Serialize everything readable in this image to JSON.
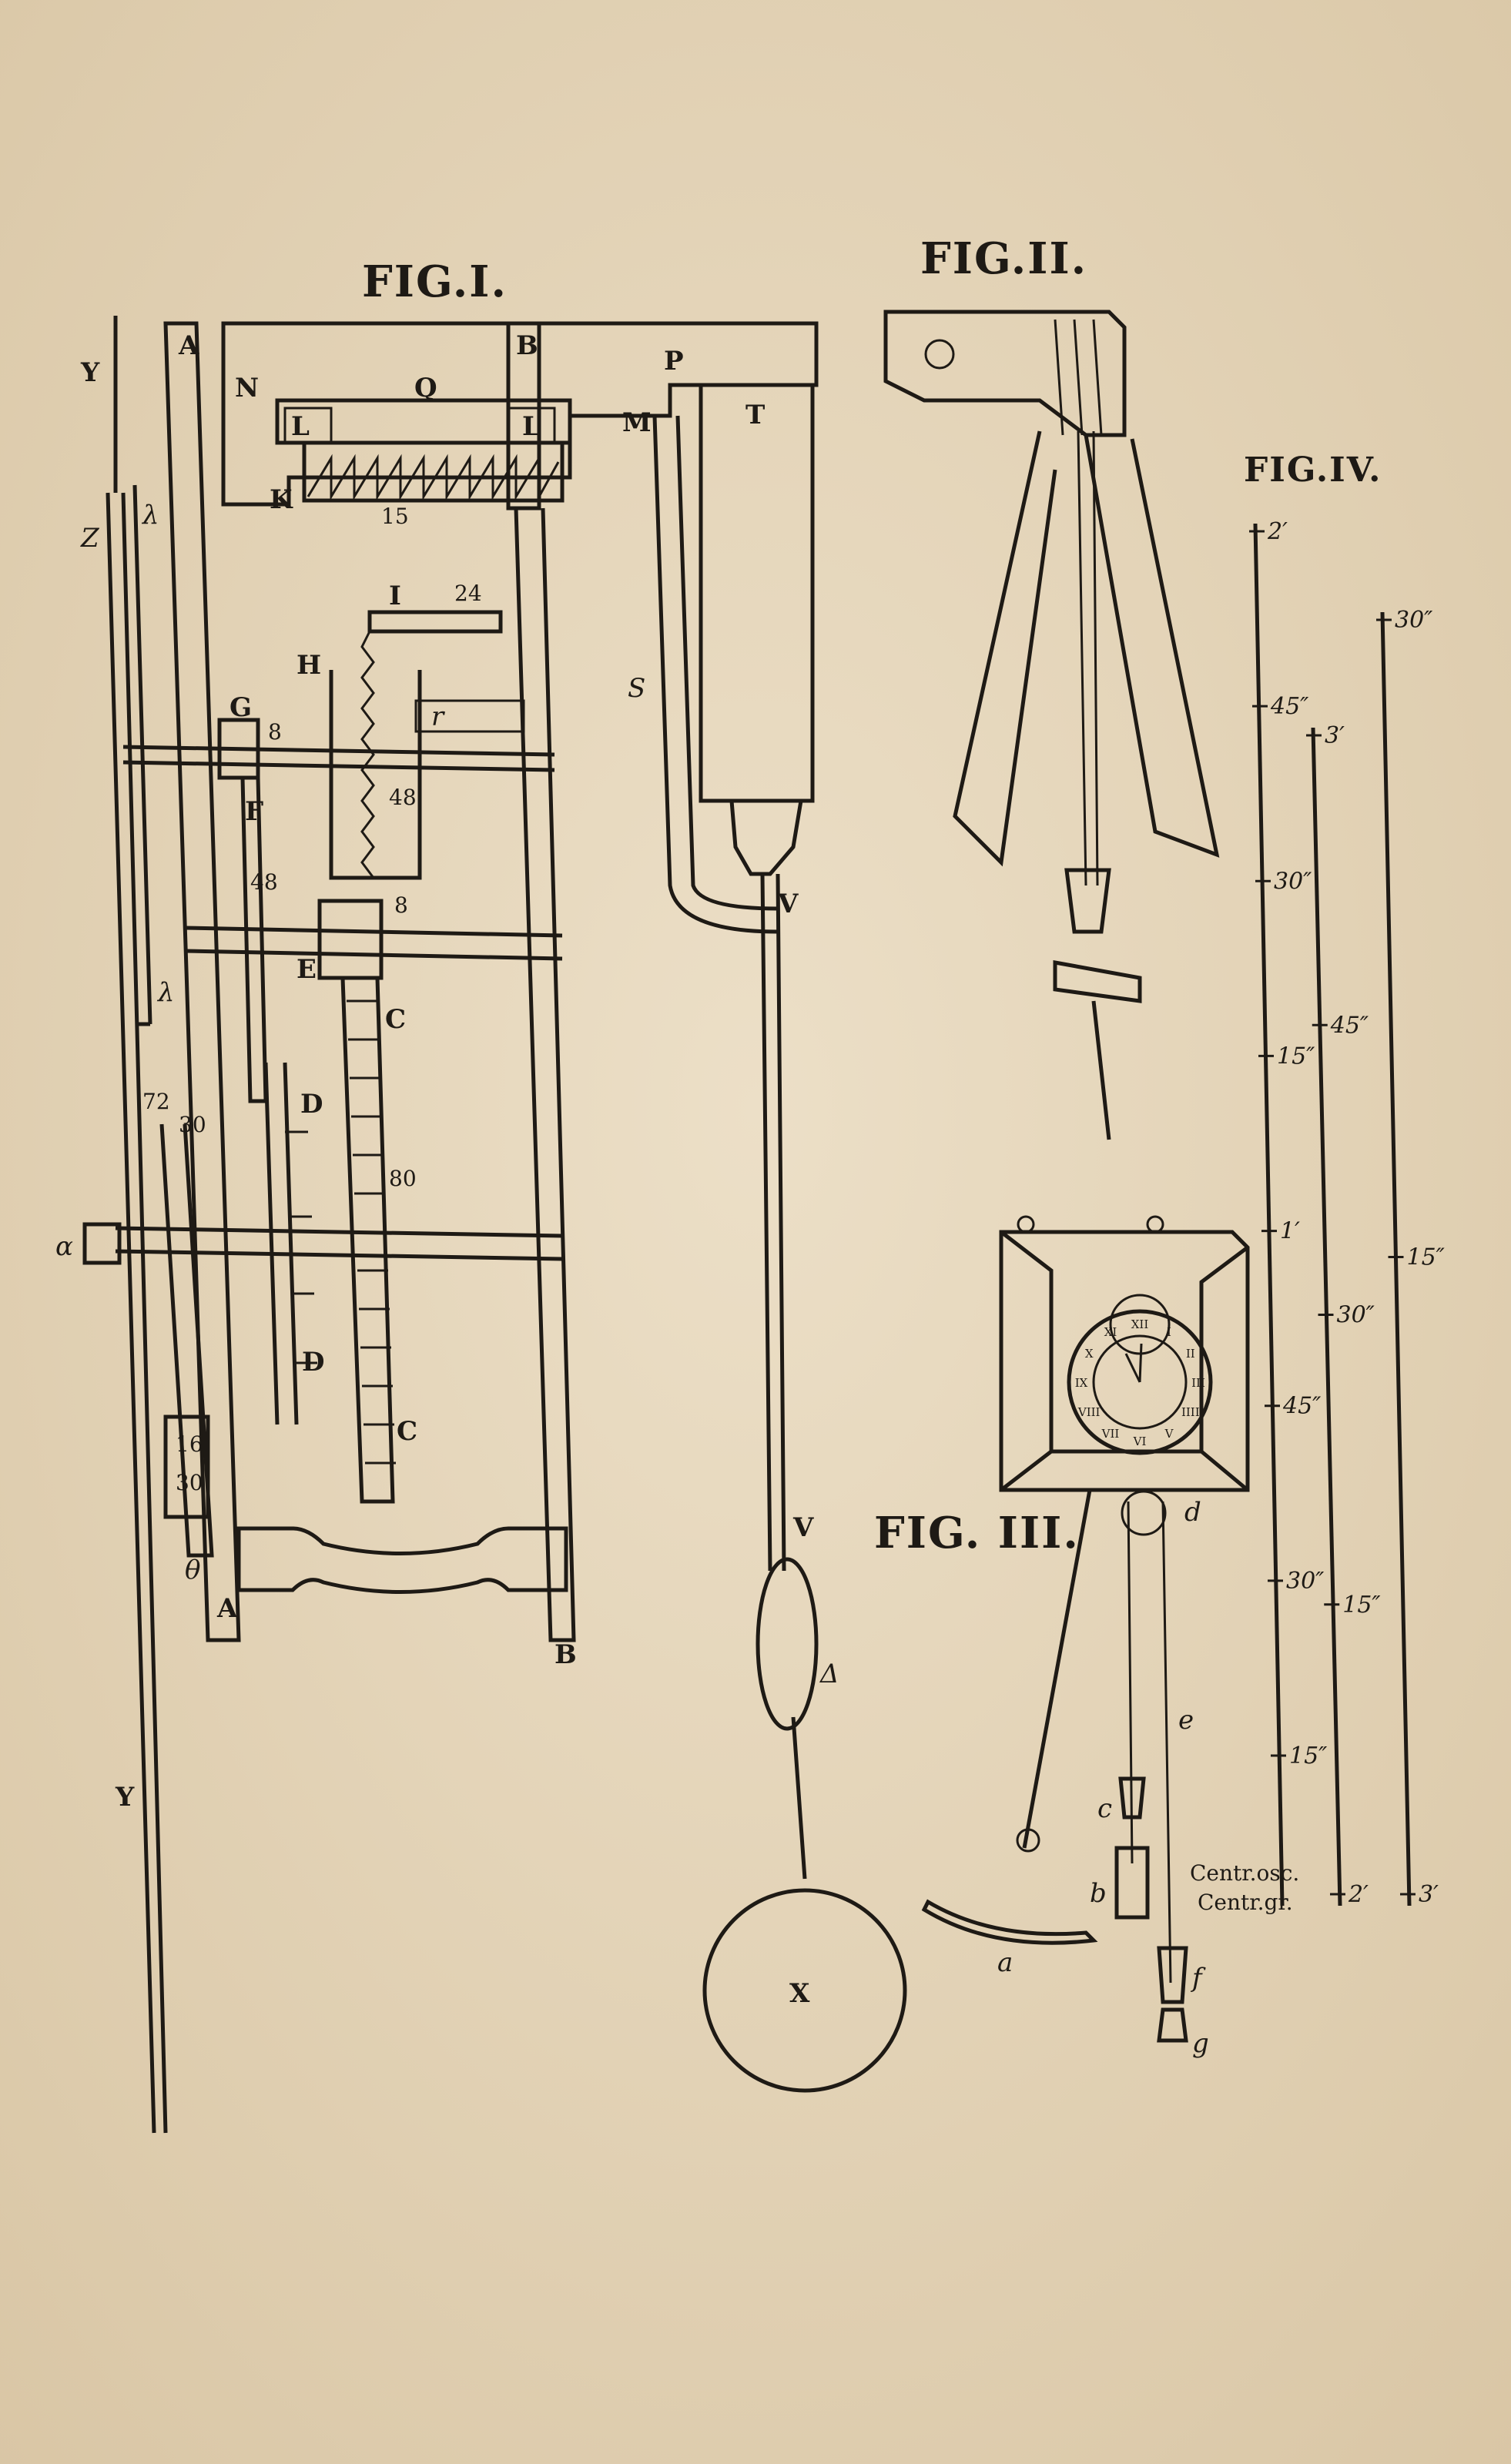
{
  "figures": {
    "fig1": {
      "title": "FIG.I.",
      "labels": {
        "A_top": "A",
        "A_bottom": "A",
        "B_top": "B",
        "B_bottom": "B",
        "C1": "C",
        "C2": "C",
        "D1": "D",
        "D2": "D",
        "E": "E",
        "F": "F",
        "G": "G",
        "H": "H",
        "I": "I",
        "K": "K",
        "L1": "L",
        "L2": "L",
        "M": "M",
        "N": "N",
        "P": "P",
        "Q": "Q",
        "T": "T",
        "V1": "V",
        "V2": "V",
        "X": "X",
        "Y1": "Y",
        "Y2": "Y",
        "Z": "Z",
        "S": "S",
        "r": "r",
        "lambda1": "λ",
        "lambda2": "λ",
        "alpha": "α",
        "theta": "θ",
        "delta": "Δ"
      },
      "numbers": {
        "n15": "15",
        "n24": "24",
        "n8a": "8",
        "n48a": "48",
        "n48b": "48",
        "n8b": "8",
        "n80": "80",
        "n72": "72",
        "n30a": "30",
        "n16": "16",
        "n30b": "30"
      }
    },
    "fig2": {
      "title": "FIG.II."
    },
    "fig3": {
      "title": "FIG. III.",
      "labels": {
        "a": "a",
        "b": "b",
        "c": "c",
        "d": "d",
        "e": "e",
        "f": "f",
        "g": "g"
      },
      "dial": [
        "XII",
        "I",
        "II",
        "III",
        "IIII",
        "V",
        "VI",
        "VII",
        "VIII",
        "IX",
        "X",
        "XI"
      ]
    },
    "fig4": {
      "title": "FIG.IV.",
      "scale1": [
        "2′",
        "45″",
        "30″",
        "15″",
        "1′",
        "45″",
        "30″",
        "15″"
      ],
      "scale2": [
        "3′",
        "45″",
        "30″",
        "15″",
        "2′"
      ],
      "scale3": [
        "30″",
        "15″",
        "3′"
      ],
      "centre_osc": "Centr.osc.",
      "centre_gr": "Centr.gr."
    }
  }
}
